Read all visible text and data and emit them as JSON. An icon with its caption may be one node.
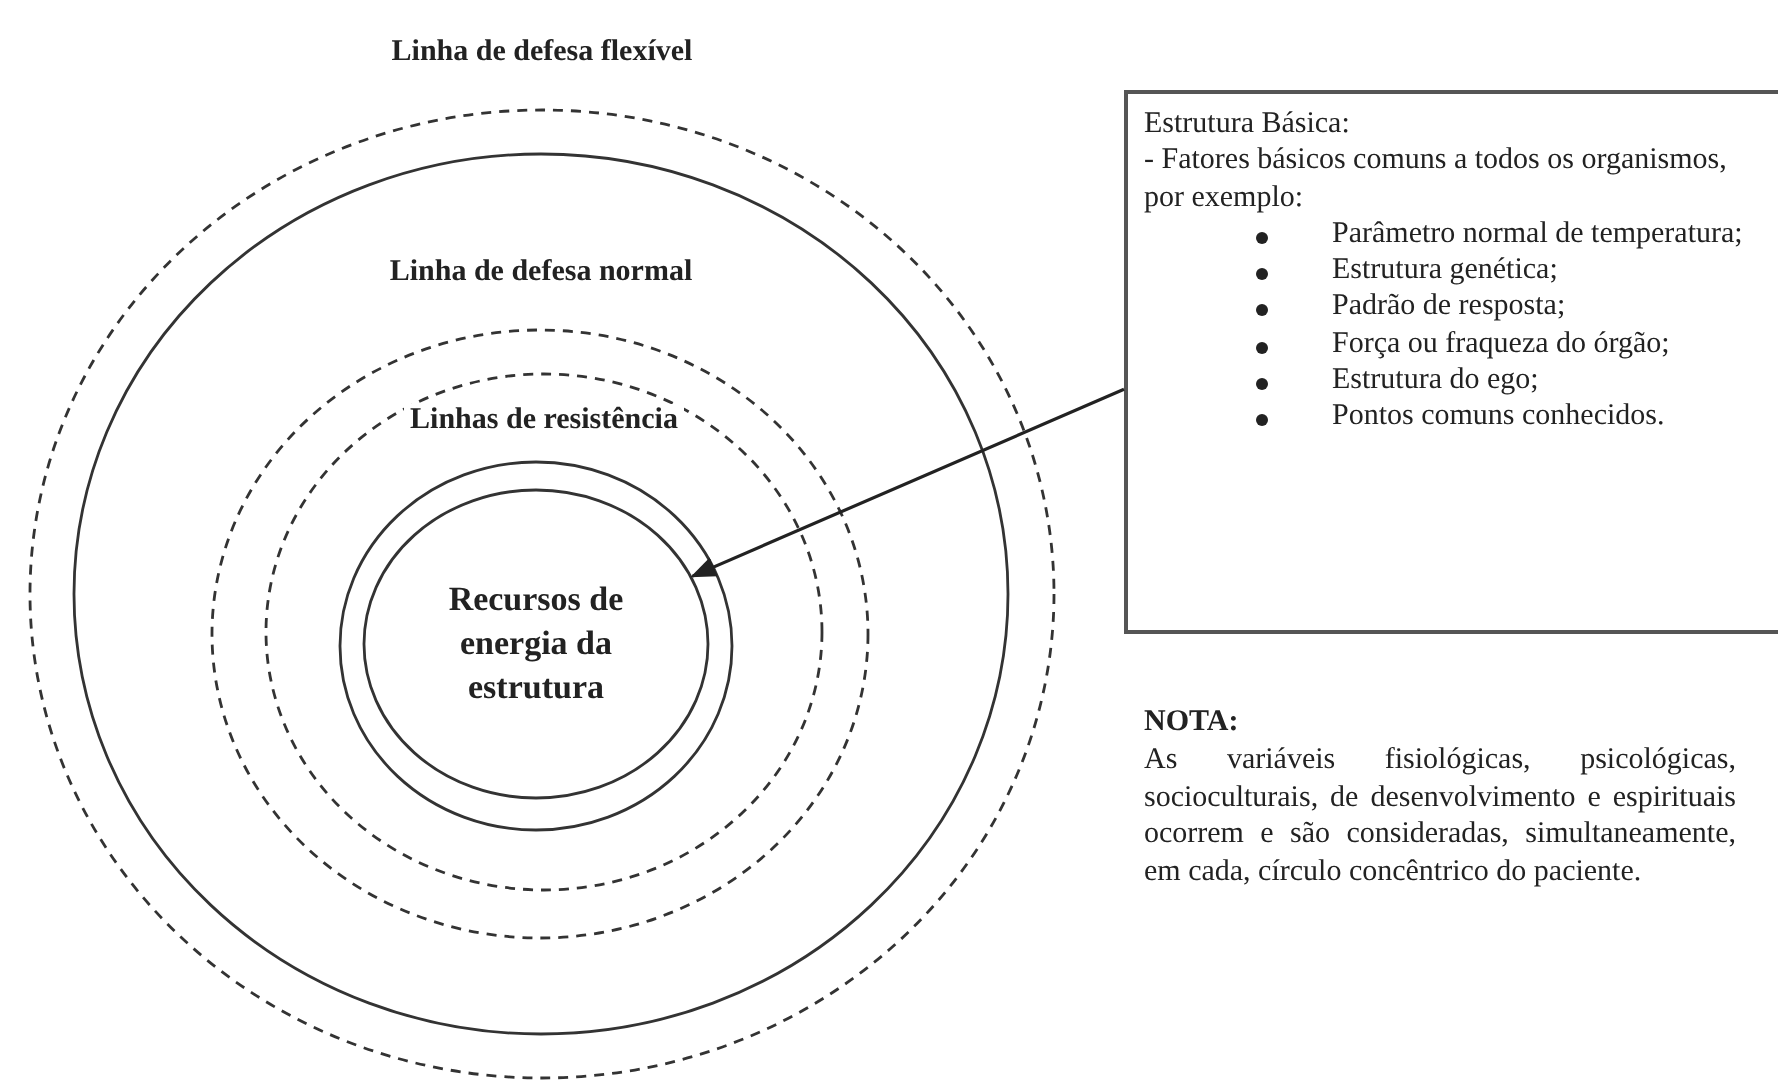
{
  "diagram": {
    "nodes": [
      {
        "text": [
          "Linha de defesa flexível"
        ]
      },
      {
        "text": [
          "Linha de defesa normal"
        ],
        "in": 0
      },
      {
        "text": [],
        "shape": "circle",
        "in": 1
      },
      {
        "text": [
          "Linhas de resistência"
        ],
        "in": 2
      },
      {
        "text": [],
        "shape": "circle",
        "in": 3
      },
      {
        "text": [
          "Recursos de energia da estrutura"
        ],
        "in": 4
      },
      {
        "text": [
          "Estrutura Básica:",
          "- Fatores básicos comuns a todos os organismos, por exemplo:",
          "Parâmetro normal de temperatura;",
          "Estrutura genética;",
          "Padrão de resposta;",
          "Força ou fraqueza do órgão;",
          "Estrutura do ego;",
          "Pontos comuns conhecidos."
        ]
      }
    ],
    "edges": [
      {
        "from": 6,
        "to": 5,
        "arrow": "to"
      }
    ],
    "labels": [
      "NOTA:",
      "As variáveis fisiológicas, psicológicas, socioculturais, de desenvolvimento e espirituais ocorrem e são consideradas, simultaneamente, em cada, círculo concêntrico do paciente."
    ]
  }
}
